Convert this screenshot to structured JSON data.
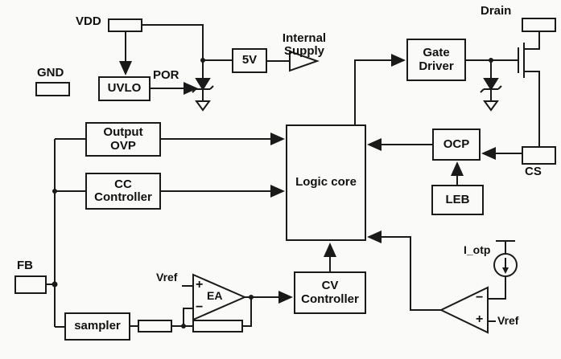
{
  "diagram": {
    "colors": {
      "line": "#1a1a1a",
      "background": "#fafaf8",
      "text": "#111111"
    },
    "pins": {
      "vdd": "VDD",
      "gnd": "GND",
      "fb": "FB",
      "cs": "CS",
      "drain": "Drain"
    },
    "blocks": {
      "uvlo": "UVLO",
      "reg_5v": "5V",
      "gate_driver": "Gate Driver",
      "ocp": "OCP",
      "leb": "LEB",
      "logic_core": "Logic core",
      "output_ovp": "Output OVP",
      "cc_controller": "CC Controller",
      "cv_controller": "CV Controller",
      "sampler": "sampler"
    },
    "signals": {
      "por": "POR",
      "internal_supply": "Internal Supply",
      "i_otp": "I_otp",
      "vref_ea": "Vref",
      "vref_cmp": "Vref",
      "ea": "EA",
      "plus": "+",
      "minus": "−"
    }
  }
}
